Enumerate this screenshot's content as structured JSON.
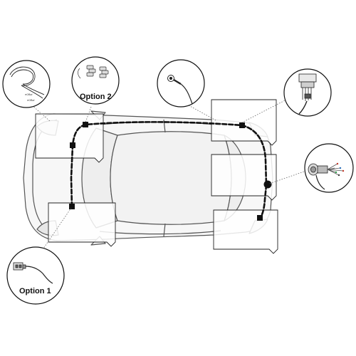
{
  "labels": {
    "option_1": "Option 1",
    "option_2": "Option 2",
    "wire_tag_a": "e0Bat",
    "wire_tag_b": "e0Bat"
  },
  "colors": {
    "line": "#222222",
    "car_outline": "#555555",
    "car_fill": "#f7f7f7",
    "harness": "#111111",
    "background": "#ffffff"
  },
  "icons": [
    "wire-coil-icon",
    "cable-clip-icon",
    "ground-ring-terminal-icon",
    "connector-plug-icon",
    "towbar-socket-icon",
    "relay-module-icon"
  ]
}
